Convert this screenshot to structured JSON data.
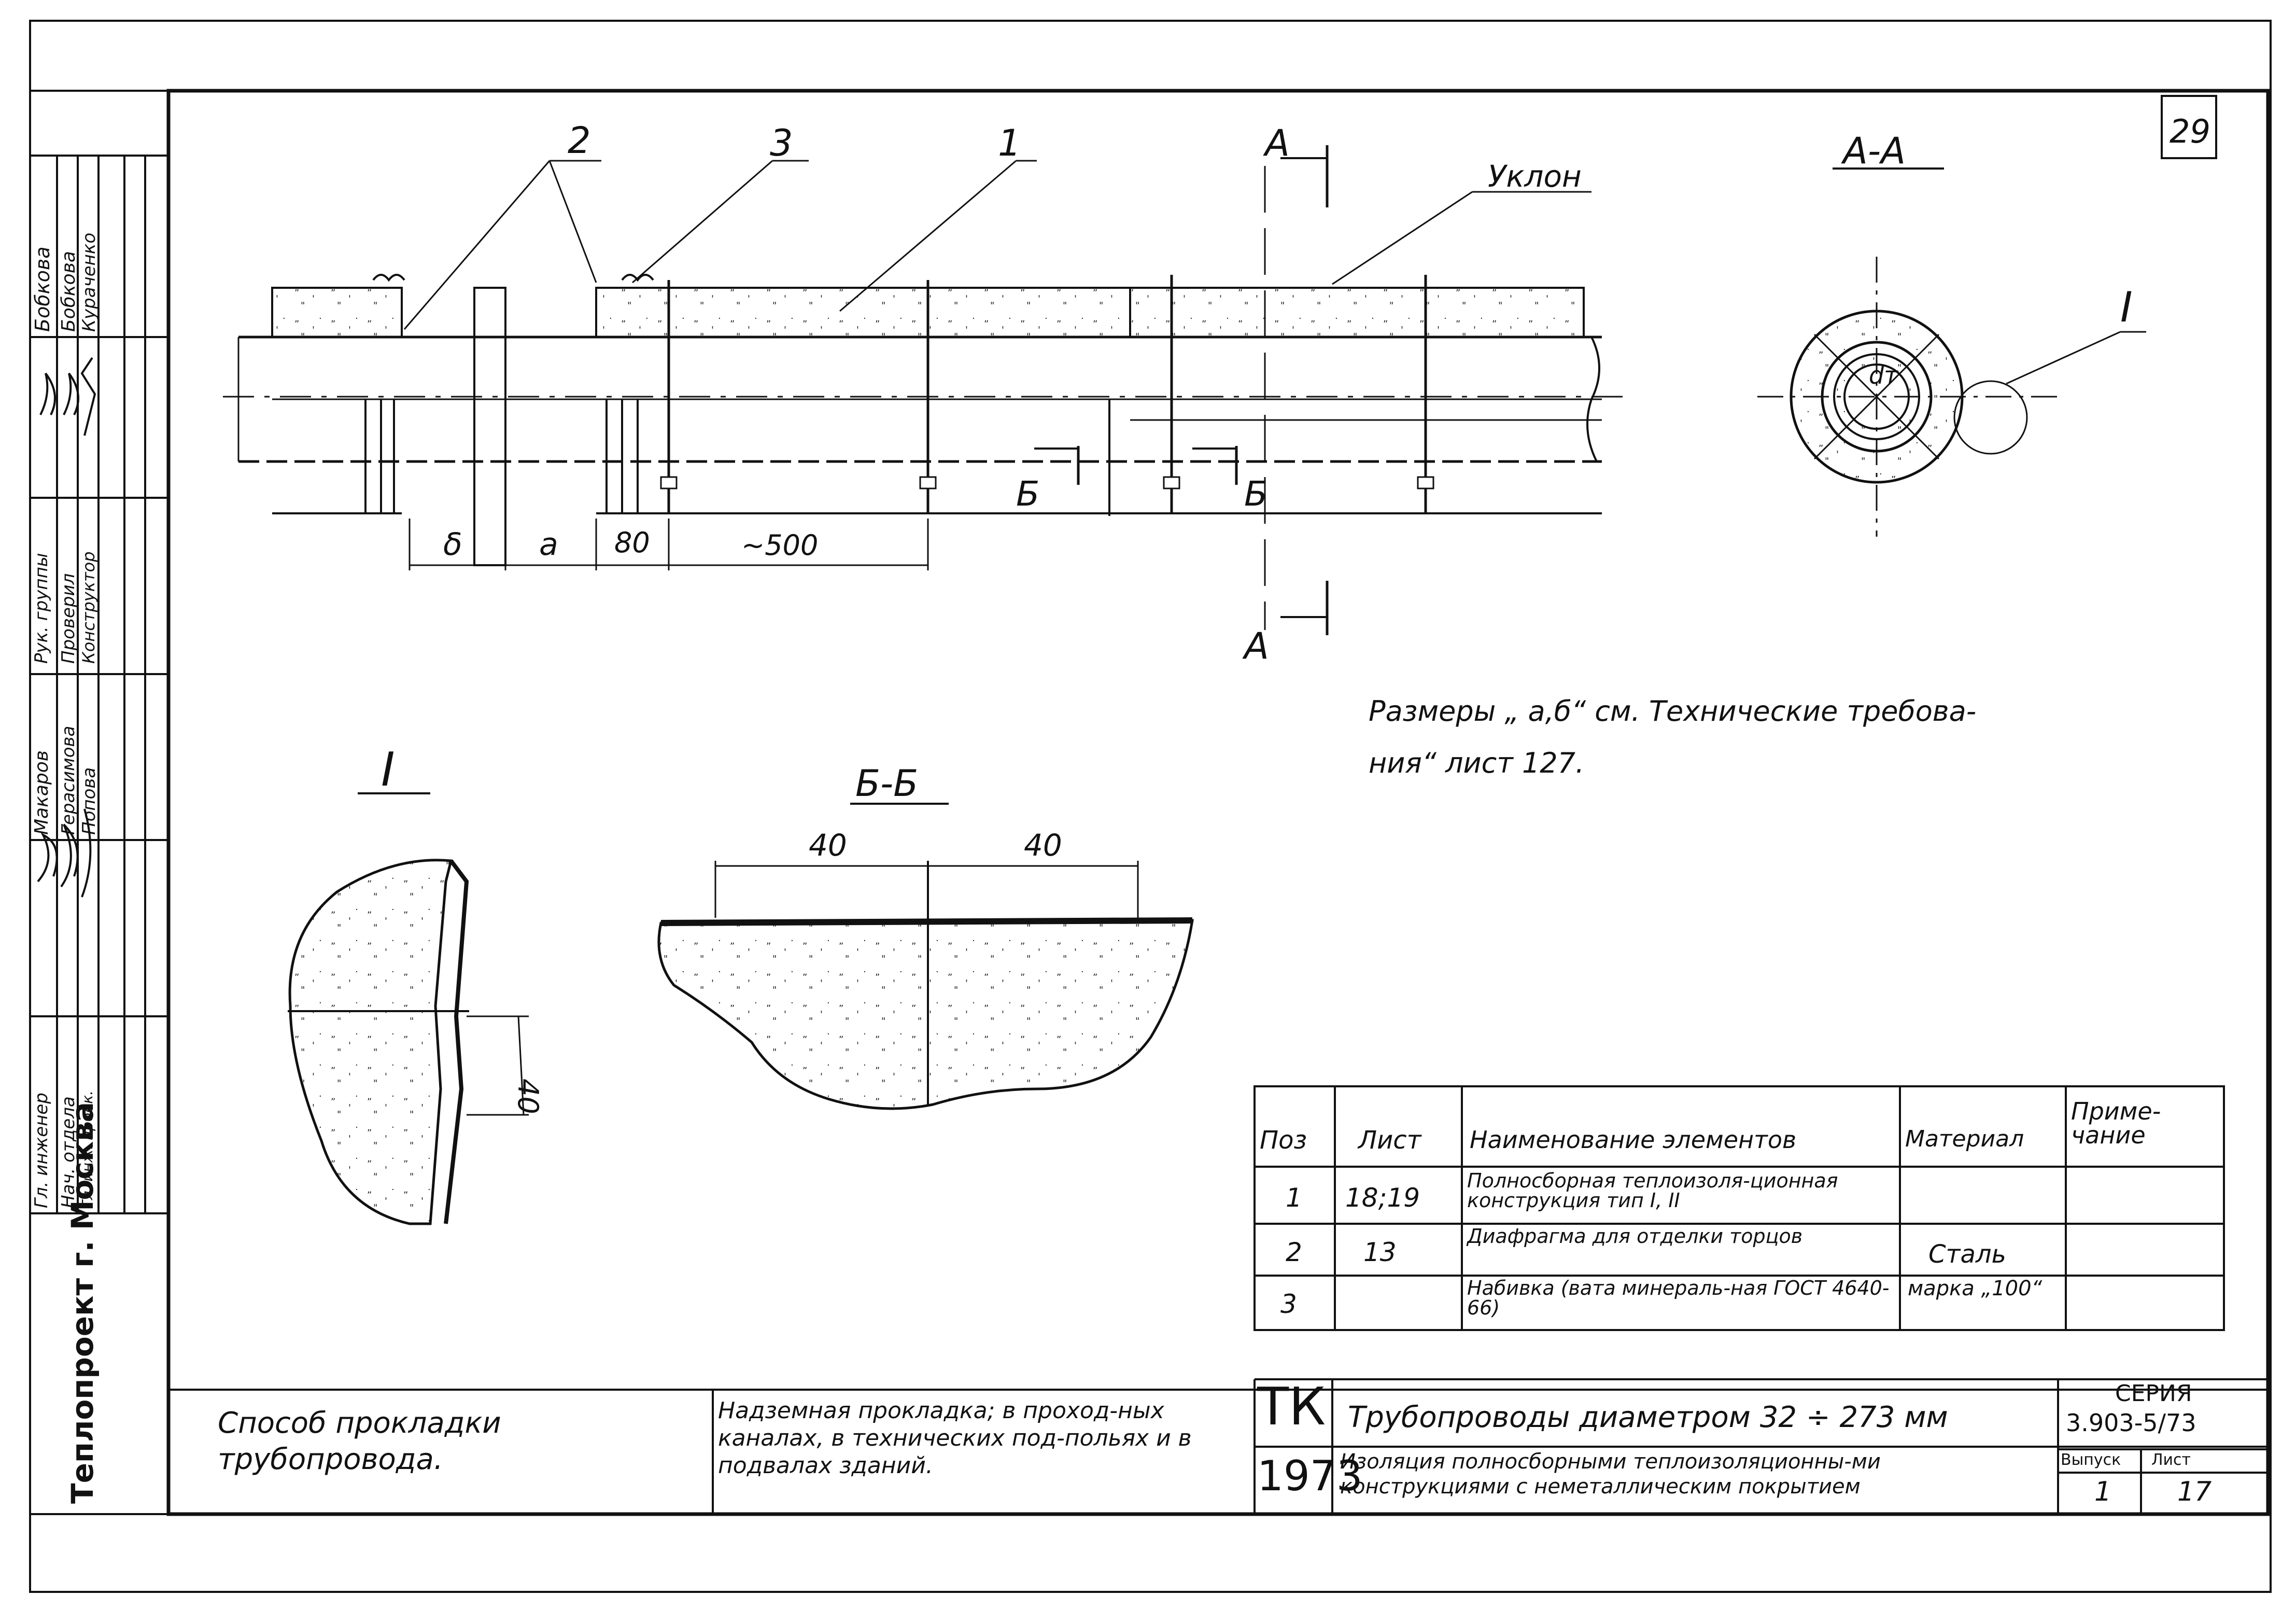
{
  "sheet_number": "29",
  "sections": {
    "aa_marker": "А",
    "aa_title": "А-А",
    "bb_title": "Б-Б",
    "bb_marker": "Б",
    "detail_title": "I",
    "detail_marker": "I"
  },
  "labels": {
    "pos1": "1",
    "pos2": "2",
    "pos3": "3",
    "slope": "Уклон",
    "dim_delta": "δ",
    "dim_a": "a",
    "dim_80": "80",
    "dim_500": "~500",
    "dim_40_left": "40",
    "dim_40_right": "40",
    "dim_40_vert": "40",
    "dt": "dт"
  },
  "note": {
    "line1": "Размеры „ а,б“ см. Технические требова-",
    "line2": "ния“ лист 127."
  },
  "spec_table": {
    "headers": [
      "Поз",
      "Лист",
      "Наименование элементов",
      "Материал",
      "Приме-чание"
    ],
    "rows": [
      {
        "pos": "1",
        "sheet": "18;19",
        "name": "Полносборная теплоизоля-ционная конструкция тип I, II",
        "material": "",
        "note": ""
      },
      {
        "pos": "2",
        "sheet": "13",
        "name": "Диафрагма для отделки торцов",
        "material": "Сталь",
        "note": ""
      },
      {
        "pos": "3",
        "sheet": "",
        "name": "Набивка (вата минераль-ная ГОСТ 4640-66)",
        "material": "марка „100“",
        "note": ""
      }
    ]
  },
  "title_block": {
    "method_label": "Способ прокладки трубопровода.",
    "method_value": "Надземная прокладка; в проход-ных каналах, в технических под-польях и в подвалах зданий.",
    "code_tk": "ТК",
    "code_year": "1973",
    "title_line1": "Трубопроводы диаметром 32 ÷ 273 мм",
    "title_line2": "Изоляция полносборными теплоизоляционны-ми конструкциями с неметаллическим покрытием",
    "series_label": "СЕРИЯ",
    "series_value": "3.903-5/73",
    "issue_label": "Выпуск",
    "issue_value": "1",
    "sheet_label": "Лист",
    "sheet_value": "17"
  },
  "side_stamp": {
    "org": "Теплопроект г. Москва",
    "roles": [
      "Гл. инженер",
      "Нач. отдела",
      "Гл. инж. проек.",
      "Рук. группы",
      "Проверил",
      "Конструктор"
    ],
    "names": [
      "Макаров",
      "Герасимова",
      "Попова",
      "Бобкова",
      "Бобкова",
      "Кураченко"
    ]
  }
}
